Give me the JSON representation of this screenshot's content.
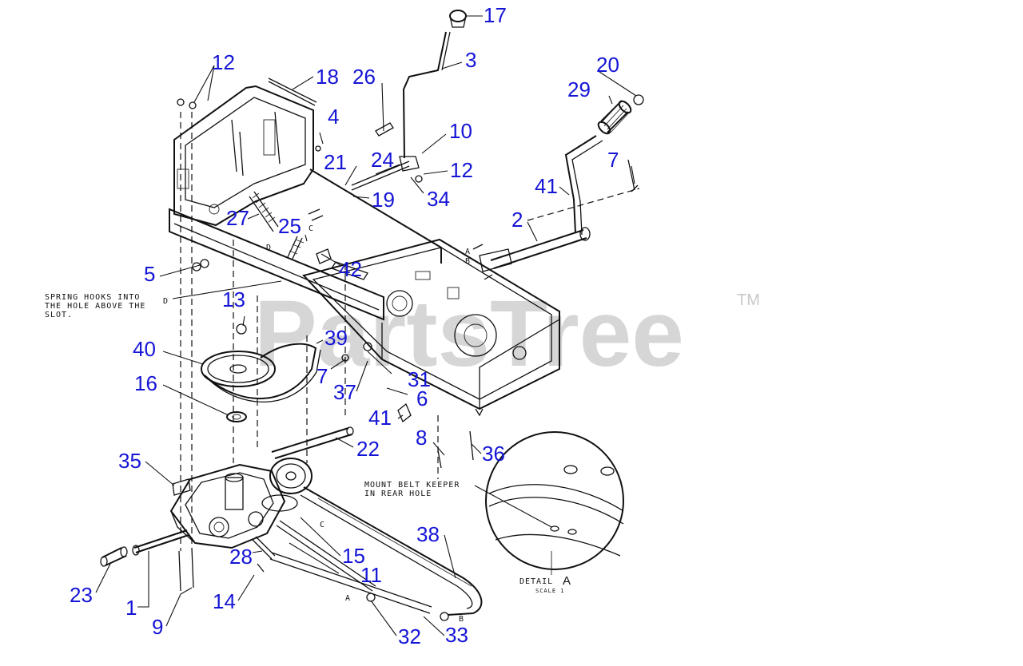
{
  "watermark": {
    "text": "PartsTree",
    "mark": "TM"
  },
  "notes": {
    "spring_hooks": [
      "SPRING HOOKS INTO",
      "THE HOLE ABOVE THE",
      "SLOT."
    ],
    "belt_keeper": [
      "MOUNT BELT KEEPER",
      "IN REAR HOLE"
    ],
    "detail_label": "DETAIL",
    "detail_letter": "A",
    "scale": "SCALE 1"
  },
  "ref_letters": {
    "a1": "A",
    "b1": "B",
    "c1": "C",
    "d1": "D",
    "d2": "D",
    "c2": "C",
    "a2": "A",
    "b2": "B"
  },
  "callouts": [
    {
      "label": "17"
    },
    {
      "label": "3"
    },
    {
      "label": "12"
    },
    {
      "label": "18"
    },
    {
      "label": "26"
    },
    {
      "label": "20"
    },
    {
      "label": "29"
    },
    {
      "label": "4"
    },
    {
      "label": "10"
    },
    {
      "label": "21"
    },
    {
      "label": "24"
    },
    {
      "label": "12"
    },
    {
      "label": "7"
    },
    {
      "label": "41"
    },
    {
      "label": "34"
    },
    {
      "label": "19"
    },
    {
      "label": "27"
    },
    {
      "label": "25"
    },
    {
      "label": "2"
    },
    {
      "label": "5"
    },
    {
      "label": "42"
    },
    {
      "label": "13"
    },
    {
      "label": "39"
    },
    {
      "label": "40"
    },
    {
      "label": "7"
    },
    {
      "label": "31"
    },
    {
      "label": "37"
    },
    {
      "label": "16"
    },
    {
      "label": "6"
    },
    {
      "label": "41"
    },
    {
      "label": "8"
    },
    {
      "label": "22"
    },
    {
      "label": "36"
    },
    {
      "label": "35"
    },
    {
      "label": "38"
    },
    {
      "label": "28"
    },
    {
      "label": "15"
    },
    {
      "label": "11"
    },
    {
      "label": "23"
    },
    {
      "label": "14"
    },
    {
      "label": "1"
    },
    {
      "label": "9"
    },
    {
      "label": "32"
    },
    {
      "label": "33"
    }
  ]
}
